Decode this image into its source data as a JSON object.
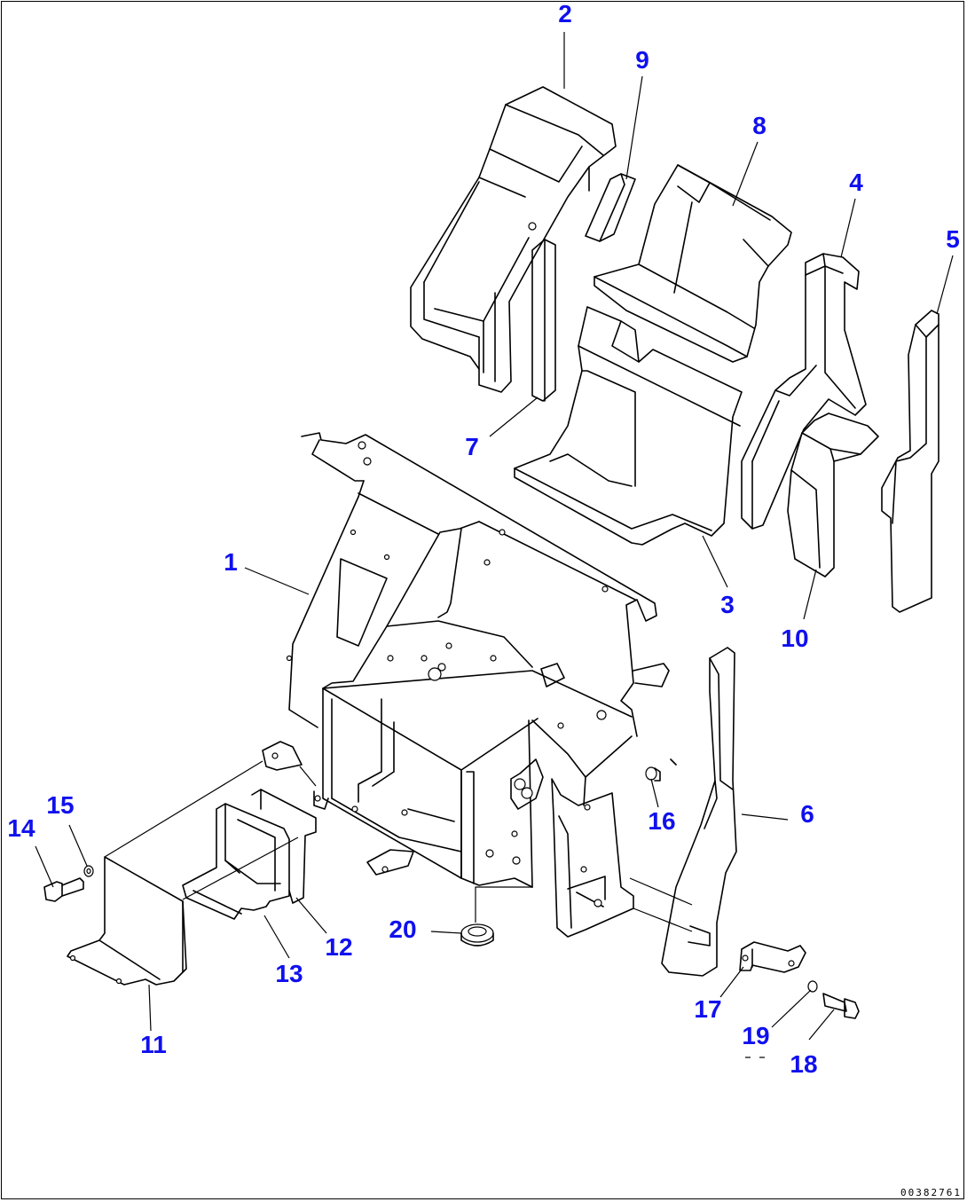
{
  "diagram": {
    "callouts": [
      {
        "id": "c1",
        "label": "1"
      },
      {
        "id": "c2",
        "label": "2"
      },
      {
        "id": "c3",
        "label": "3"
      },
      {
        "id": "c4",
        "label": "4"
      },
      {
        "id": "c5",
        "label": "5"
      },
      {
        "id": "c6",
        "label": "6"
      },
      {
        "id": "c7",
        "label": "7"
      },
      {
        "id": "c8",
        "label": "8"
      },
      {
        "id": "c9",
        "label": "9"
      },
      {
        "id": "c10",
        "label": "10"
      },
      {
        "id": "c11",
        "label": "11"
      },
      {
        "id": "c12",
        "label": "12"
      },
      {
        "id": "c13",
        "label": "13"
      },
      {
        "id": "c14",
        "label": "14"
      },
      {
        "id": "c15",
        "label": "15"
      },
      {
        "id": "c16",
        "label": "16"
      },
      {
        "id": "c17",
        "label": "17"
      },
      {
        "id": "c18",
        "label": "18"
      },
      {
        "id": "c19",
        "label": "19"
      },
      {
        "id": "c20",
        "label": "20"
      }
    ],
    "drawing_code": "00382761",
    "colors": {
      "callout": "#1010ee",
      "line": "#000000",
      "background": "#ffffff"
    }
  }
}
